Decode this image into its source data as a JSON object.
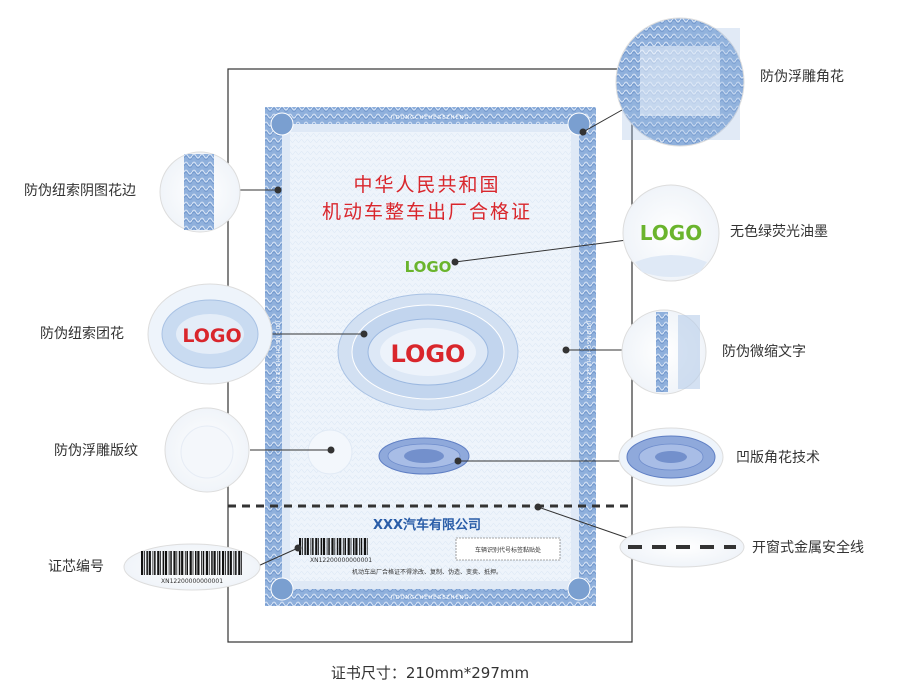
{
  "certificate": {
    "title_line1": "中华人民共和国",
    "title_line2": "机动车整车出厂合格证",
    "border_text": "JIDONGCHEHEGEZHENG",
    "logo_green": "LOGO",
    "logo_red": "LOGO",
    "company": "XXX汽车有限公司",
    "barcode_number": "XN12200000000001",
    "notice": "机动车出厂合格证不得涂改、复制、伪造、变卖、抵押。",
    "vin_box": "车辆识别代号标签黏贴处"
  },
  "callouts": {
    "relief_corner": "防伪浮雕角花",
    "guilloche_border": "防伪纽索阴图花边",
    "fluorescent_ink": "无色绿荧光油墨",
    "guilloche_rosette": "防伪纽索团花",
    "micro_text": "防伪微缩文字",
    "relief_plate": "防伪浮雕版纹",
    "intaglio_corner": "凹版角花技术",
    "security_thread": "开窗式金属安全线",
    "serial_number": "证芯编号"
  },
  "zoom_contents": {
    "fluorescent_logo": "LOGO",
    "rosette_logo": "LOGO",
    "serial_number": "XN12200000000001"
  },
  "size_caption": "证书尺寸：210mm*297mm",
  "colors": {
    "accent_blue": "#7a9fd0",
    "title_red": "#d9262c",
    "logo_green": "#6ab42d",
    "company_blue": "#2a5da8"
  }
}
